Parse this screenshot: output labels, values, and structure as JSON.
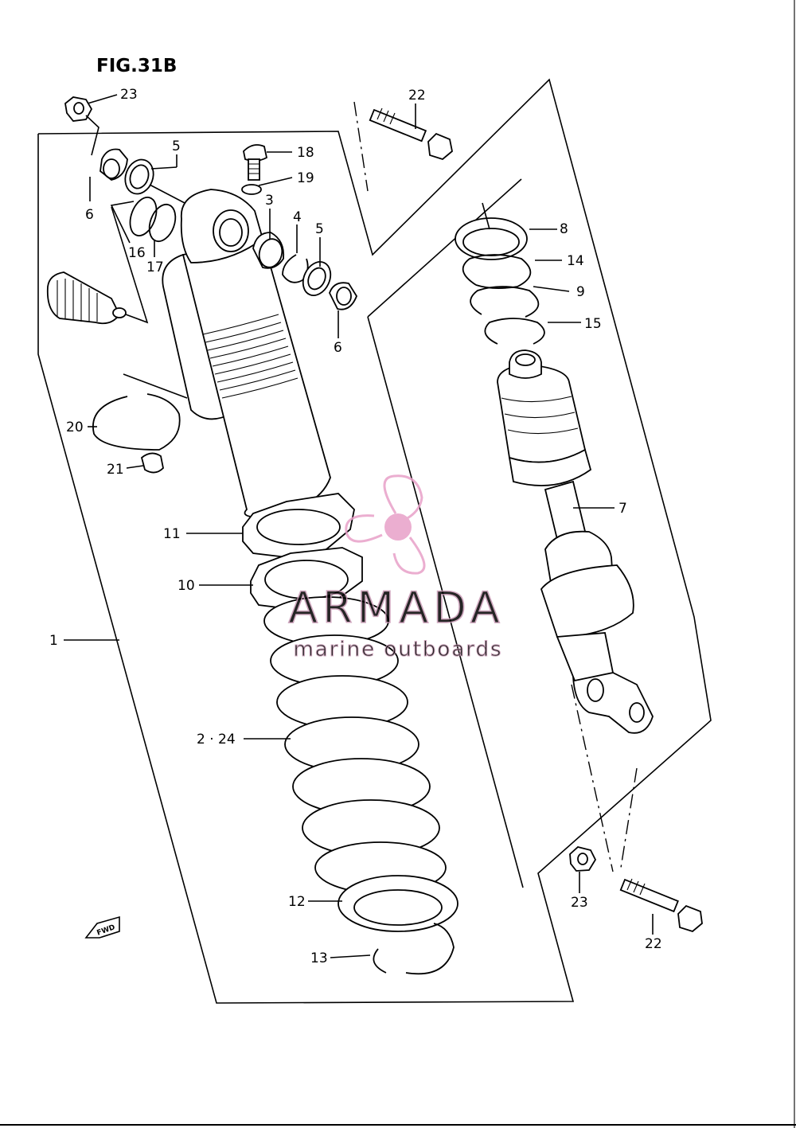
{
  "figure": {
    "title": "FIG.31B"
  },
  "callouts": [
    {
      "id": "c1",
      "text": "1"
    },
    {
      "id": "c2",
      "text": "2 · 24"
    },
    {
      "id": "c3",
      "text": "3"
    },
    {
      "id": "c4",
      "text": "4"
    },
    {
      "id": "c5a",
      "text": "5"
    },
    {
      "id": "c5b",
      "text": "5"
    },
    {
      "id": "c6a",
      "text": "6"
    },
    {
      "id": "c6b",
      "text": "6"
    },
    {
      "id": "c7",
      "text": "7"
    },
    {
      "id": "c8",
      "text": "8"
    },
    {
      "id": "c9",
      "text": "9"
    },
    {
      "id": "c10",
      "text": "10"
    },
    {
      "id": "c11",
      "text": "11"
    },
    {
      "id": "c12",
      "text": "12"
    },
    {
      "id": "c13",
      "text": "13"
    },
    {
      "id": "c14",
      "text": "14"
    },
    {
      "id": "c15",
      "text": "15"
    },
    {
      "id": "c16",
      "text": "16"
    },
    {
      "id": "c17",
      "text": "17"
    },
    {
      "id": "c18",
      "text": "18"
    },
    {
      "id": "c19",
      "text": "19"
    },
    {
      "id": "c20",
      "text": "20"
    },
    {
      "id": "c21",
      "text": "21"
    },
    {
      "id": "c22a",
      "text": "22"
    },
    {
      "id": "c22b",
      "text": "22"
    },
    {
      "id": "c23a",
      "text": "23"
    },
    {
      "id": "c23b",
      "text": "23"
    }
  ],
  "direction_badge": {
    "text": "FWD"
  },
  "watermark": {
    "brand": "ARMADA",
    "tagline": "marine outboards",
    "color": "#e8a0c8"
  }
}
